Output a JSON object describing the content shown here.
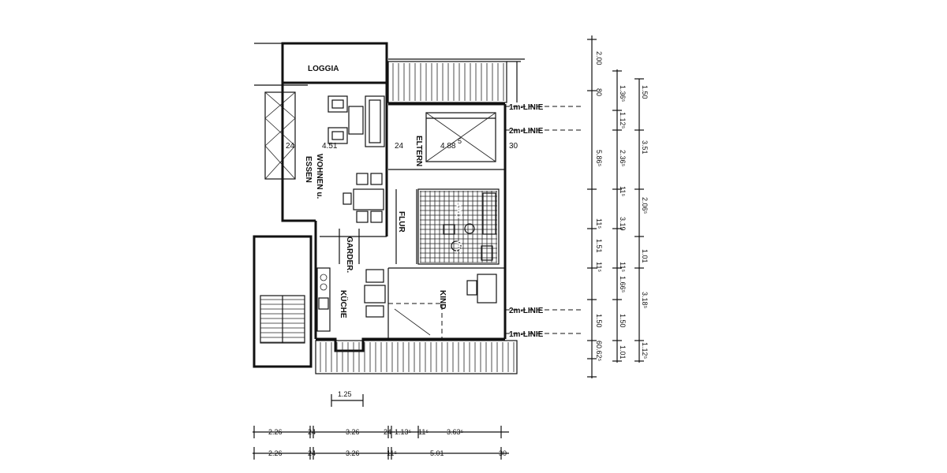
{
  "rooms": {
    "loggia": "LOGGIA",
    "wohnen": "WOHNEN u.",
    "essen": "ESSEN",
    "eltern": "ELTERN",
    "bad": "BAD",
    "flur": "FLUR",
    "garderobe": "GARDER.",
    "kueche": "KÜCHE",
    "kind": "KIND",
    "wc": "WC"
  },
  "area_labels": {
    "wohnen_dim": "4.51",
    "eltern_dim": "4.88",
    "eltern_dim_sup": "5",
    "wall_24_left": "24",
    "wall_24_mid": "24",
    "wall_30": "30"
  },
  "lines": {
    "upper_1m": "1m-LINIE",
    "upper_2m": "2m-LINIE",
    "lower_2m": "2m-LINIE",
    "lower_1m": "1m-LINIE"
  },
  "right_dims_outer": [
    "2.00",
    "1.50",
    "3.51",
    "2.06⁵",
    "1.01",
    "3.18⁵",
    "1.12⁵"
  ],
  "right_dims_mid": [
    "1.36⁵",
    "1.12⁵",
    "2.36⁵",
    "11⁵",
    "3.19",
    "11⁵",
    "1.66⁵",
    "1.50",
    "1.01"
  ],
  "right_dims_inner": [
    "80",
    "5.86⁵",
    "11⁵",
    "1.51",
    "11⁵",
    "60.62⁵"
  ],
  "bottom_top_dim": "1.25",
  "bottom_row1": [
    "2.26",
    "24",
    "3.26",
    "24",
    "1.13⁵",
    "11⁵",
    "3.63⁵"
  ],
  "bottom_row2": [
    "2.26",
    "24",
    "3.26",
    "11⁵",
    "5.01",
    "30"
  ]
}
